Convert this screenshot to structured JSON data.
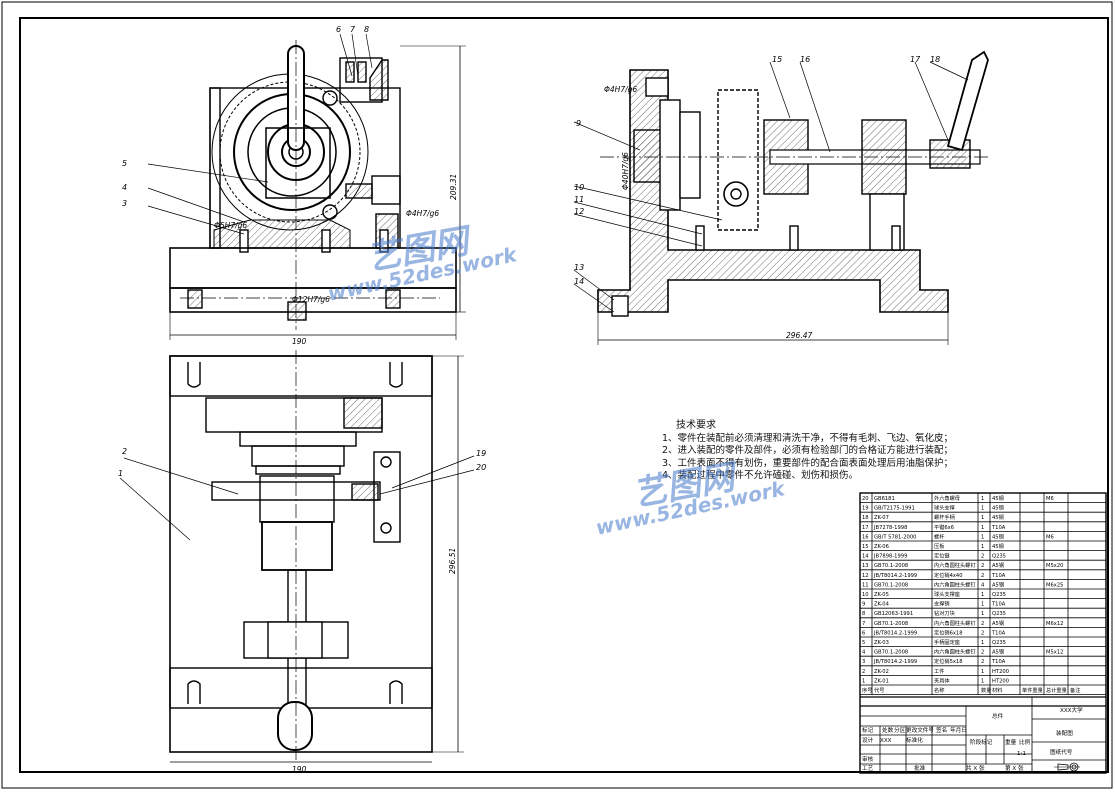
{
  "drawing": {
    "callouts_front": [
      "6",
      "7",
      "8",
      "5",
      "4",
      "3"
    ],
    "callouts_side": [
      "15",
      "16",
      "17",
      "18",
      "9",
      "10",
      "11",
      "12",
      "13",
      "14"
    ],
    "callouts_top": [
      "2",
      "1",
      "19",
      "20"
    ],
    "dims": {
      "front_height": "209.31",
      "front_width": "190",
      "fit_5h7": "Φ5H7/g6",
      "fit_4h7": "Φ4H7/g6",
      "fit_12h7": "Φ12H7/g6",
      "side_fit_top": "Φ4H7/g6",
      "side_fit_vert": "Φ40H7/g6",
      "side_width": "296.47",
      "top_height": "296.51",
      "top_width": "190"
    }
  },
  "tech_requirements": {
    "title": "技术要求",
    "items": [
      "1、零件在装配前必须清理和清洗干净，不得有毛刺、飞边、氧化皮；",
      "2、进入装配的零件及部件，必须有检验部门的合格证方能进行装配；",
      "3、工件表面不得有划伤，重要部件的配合面表面处理后用油脂保护；",
      "4、装配过程中零件不允许磕碰、划伤和损伤。"
    ]
  },
  "bom": [
    [
      "20",
      "GB6181",
      "外六角螺母",
      "1",
      "45钢",
      "",
      "M6"
    ],
    [
      "19",
      "GB/T2175-1991",
      "球头支撑",
      "1",
      "45钢",
      "",
      ""
    ],
    [
      "18",
      "ZK-07",
      "螺杆手柄",
      "1",
      "45钢",
      "",
      ""
    ],
    [
      "17",
      "JB7278-1998",
      "平键6x6",
      "1",
      "T10A",
      "",
      ""
    ],
    [
      "16",
      "GB/T 5781-2000",
      "螺杆",
      "1",
      "45钢",
      "",
      "M6"
    ],
    [
      "15",
      "ZK-06",
      "压板",
      "1",
      "45钢",
      "",
      ""
    ],
    [
      "14",
      "JB7898-1999",
      "定位键",
      "2",
      "Q235",
      "",
      ""
    ],
    [
      "13",
      "GB70.1-2008",
      "内六角圆柱头螺钉",
      "2",
      "A5钢",
      "",
      "M5x20"
    ],
    [
      "12",
      "JB/T8014.2-1999",
      "定位销4x40",
      "2",
      "T10A",
      "",
      ""
    ],
    [
      "11",
      "GB70.1-2008",
      "内六角圆柱头螺钉",
      "4",
      "A5钢",
      "",
      "M6x25"
    ],
    [
      "10",
      "ZK-05",
      "球头支撑座",
      "1",
      "Q235",
      "",
      ""
    ],
    [
      "9",
      "ZK-04",
      "支撑销",
      "1",
      "T10A",
      "",
      ""
    ],
    [
      "8",
      "GB12063-1991",
      "钻对刀块",
      "1",
      "Q235",
      "",
      ""
    ],
    [
      "7",
      "GB70.1-2008",
      "内六角圆柱头螺钉",
      "2",
      "A5钢",
      "",
      "M6x12"
    ],
    [
      "6",
      "JB/T8014.2-1999",
      "定位销6x18",
      "2",
      "T10A",
      "",
      ""
    ],
    [
      "5",
      "ZK-03",
      "手柄固定座",
      "1",
      "Q235",
      "",
      ""
    ],
    [
      "4",
      "GB70.1-2008",
      "内六角圆柱头螺钉",
      "2",
      "A5钢",
      "",
      "M5x12"
    ],
    [
      "3",
      "JB/T8014.2-1999",
      "定位销5x18",
      "2",
      "T10A",
      "",
      ""
    ],
    [
      "2",
      "ZK-02",
      "工件",
      "1",
      "HT200",
      "",
      ""
    ],
    [
      "1",
      "ZK-01",
      "夹具体",
      "1",
      "HT200",
      "",
      ""
    ]
  ],
  "bom_header": [
    "序号",
    "代号",
    "名称",
    "数量",
    "材料",
    "单件重量",
    "总计重量",
    "备注"
  ],
  "title_block": {
    "school": "XXX大学",
    "assembly": "总件",
    "drawing_name": "装配图",
    "drawing_no": "图纸代号",
    "scale_label": "比例",
    "scale": "1:1",
    "weight_label": "重量",
    "stage_label": "阶段标记",
    "sheet_total": "共 X 张",
    "sheet_no": "第 X 张",
    "designer": "设计",
    "designer_name": "XXX",
    "checker": "审核",
    "process": "工艺",
    "approve": "批准",
    "standard": "标准化",
    "rows_labels": [
      "标记",
      "处数",
      "分区",
      "更改文件号",
      "签名",
      "年月日"
    ]
  },
  "watermark": {
    "brand": "艺图网",
    "url": "www.52des.work"
  }
}
